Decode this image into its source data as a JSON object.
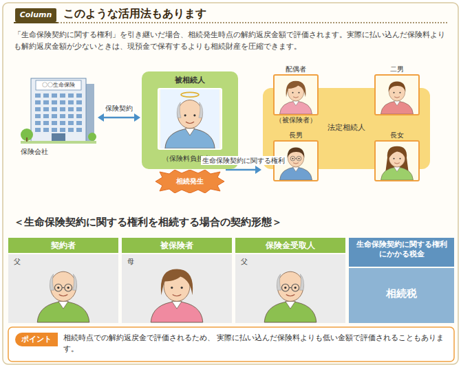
{
  "diagram": {
    "title": "このような活用法もあります",
    "nodes": [
      {
        "text": [
          "〇〇生命保険",
          "保険会社"
        ]
      },
      {
        "text": [
          "被相続人",
          "（保険料負担者）"
        ]
      },
      {
        "text": [
          "相続発生"
        ]
      },
      {
        "text": [
          "法定相続人"
        ]
      },
      {
        "text": [
          "配偶者",
          "（被保険者）"
        ],
        "in": 3
      },
      {
        "text": [
          "二男"
        ],
        "in": 3
      },
      {
        "text": [
          "長男"
        ],
        "in": 3
      },
      {
        "text": [
          "長女"
        ],
        "in": 3
      }
    ],
    "edges": [
      {
        "from": 0,
        "to": 1,
        "arrow": "both",
        "label": "保険契約"
      },
      {
        "from": 2,
        "to": 3,
        "arrow": "to",
        "label": "生命保険契約に関する権利"
      }
    ],
    "labels": [
      "Column",
      "「生命保険契約に関する権利」を引き継いだ場合、相続発生時点の解約返戻金額で評価されます。実際に払い込んだ保険料よりも解約返戻金額が少ないときは、現預金で保有するよりも相続財産を圧縮できます。",
      "＜生命保険契約に関する権利を相続する場合の契約形態＞",
      "契約者",
      "被保険者",
      "保険金受取人",
      "生命保険契約に関する権利にかかる税金",
      "父",
      "母",
      "父",
      "相続税",
      "ポイント",
      "相続時点での解約返戻金で評価されるため、 実際に払い込んだ保険料よりも低い金額で評価されることもあります。"
    ]
  }
}
